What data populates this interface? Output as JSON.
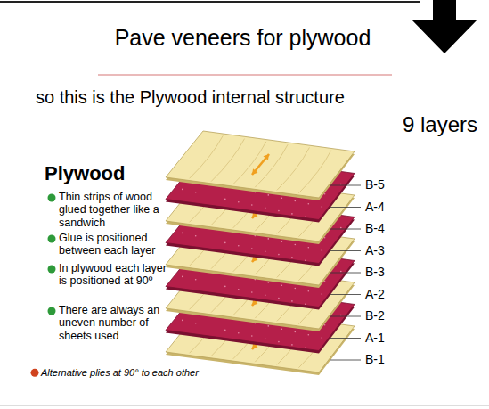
{
  "diagram": {
    "title": "Pave veneers for plywood",
    "labels": [
      "so this is the Plywood internal structure",
      "9 layers",
      "Plywood",
      "Thin strips of wood glued together like a sandwich",
      "Glue is positioned between each layer",
      "In plywood each layer is positioned at 90º",
      "There are always an uneven number of sheets used",
      "B-5",
      "A-4",
      "B-4",
      "A-3",
      "B-3",
      "A-2",
      "B-2",
      "A-1",
      "B-1",
      "Alternative plies at 90° to each other"
    ]
  }
}
